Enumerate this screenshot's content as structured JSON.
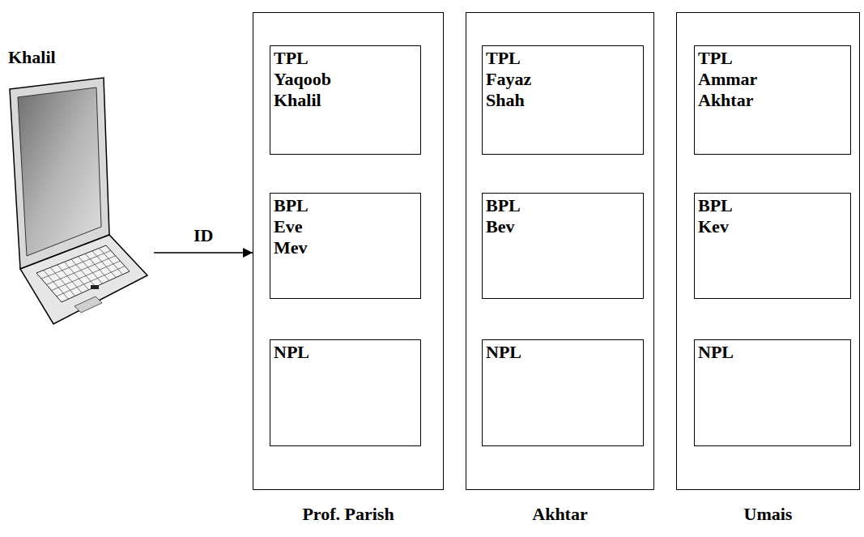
{
  "diagram": {
    "nodes": [
      {
        "text": [
          "Khalil"
        ]
      },
      {
        "text": [
          "Prof. Parish"
        ]
      },
      {
        "text": [
          "TPL",
          "Yaqoob",
          "Khalil"
        ],
        "in": 1
      },
      {
        "text": [
          "BPL",
          "Eve",
          "Mev"
        ],
        "in": 1
      },
      {
        "text": [
          "NPL"
        ],
        "in": 1
      },
      {
        "text": [
          "Akhtar"
        ]
      },
      {
        "text": [
          "TPL",
          "Fayaz",
          "Shah"
        ],
        "in": 5
      },
      {
        "text": [
          "BPL",
          "Bev"
        ],
        "in": 5
      },
      {
        "text": [
          "NPL"
        ],
        "in": 5
      },
      {
        "text": [
          "Umais"
        ]
      },
      {
        "text": [
          "TPL",
          "Ammar",
          "Akhtar"
        ],
        "in": 9
      },
      {
        "text": [
          "BPL",
          "Kev"
        ],
        "in": 9
      },
      {
        "text": [
          "NPL"
        ],
        "in": 9
      }
    ],
    "edges": [
      {
        "from": 0,
        "to": 1,
        "label": "ID",
        "arrow": "to"
      }
    ]
  }
}
